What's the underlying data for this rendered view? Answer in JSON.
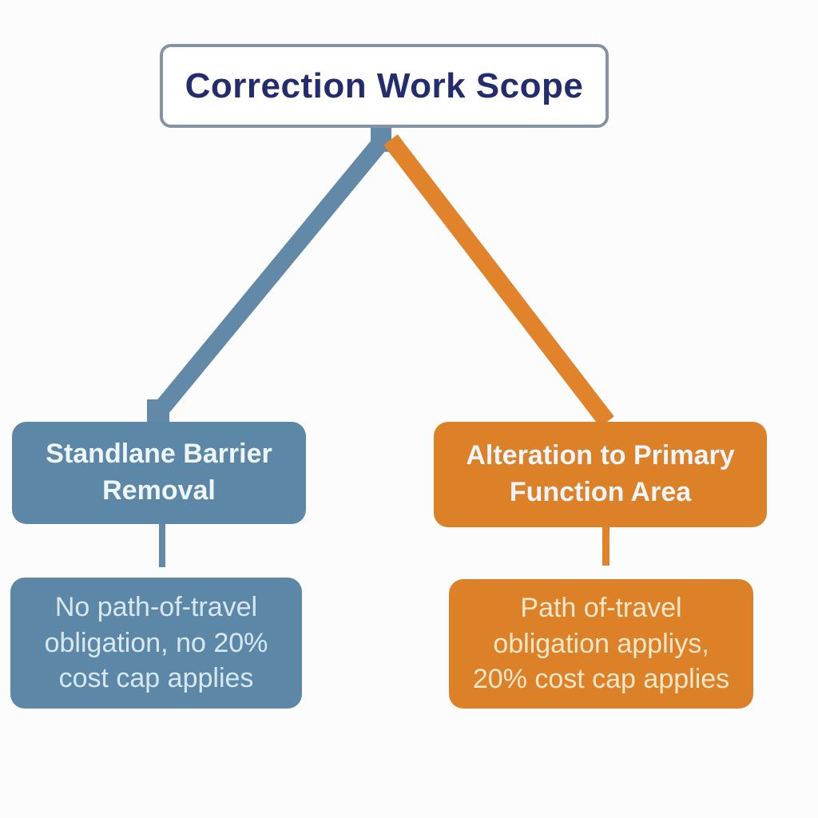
{
  "diagram": {
    "title": "Correction Work Scope",
    "nodes": {
      "root": {
        "label": "Correction Work Scope"
      },
      "branch_left": {
        "label": [
          "Standlane Barrier",
          "Removal"
        ]
      },
      "branch_right": {
        "label": [
          "Alteration to Primary",
          "Function Area"
        ]
      },
      "leaf_left": {
        "label": [
          "No path-of-travel",
          "obligation, no 20%",
          "cost cap applies"
        ]
      },
      "leaf_right": {
        "label": [
          "Path of-travel",
          "obligation appliys,",
          "20% cost cap applies"
        ]
      }
    },
    "edges": [
      {
        "from": "root",
        "to": "branch_left",
        "color_key": "blue_line"
      },
      {
        "from": "root",
        "to": "branch_right",
        "color_key": "orange_line"
      },
      {
        "from": "branch_left",
        "to": "leaf_left",
        "color_key": "blue_line"
      },
      {
        "from": "branch_right",
        "to": "leaf_right",
        "color_key": "orange_line"
      }
    ]
  },
  "colors": {
    "background": "#fcfcfd",
    "top_box_border": "#8494a6",
    "top_box_text": "#232d6e",
    "blue": "#5c87a6",
    "blue_line": "#6289a8",
    "orange": "#dd8128",
    "orange_line": "#e0832a",
    "mid_text": "#eef6fc",
    "bottom_left_text": "#d7e8f2",
    "bottom_right_text": "#f8e8c9"
  }
}
